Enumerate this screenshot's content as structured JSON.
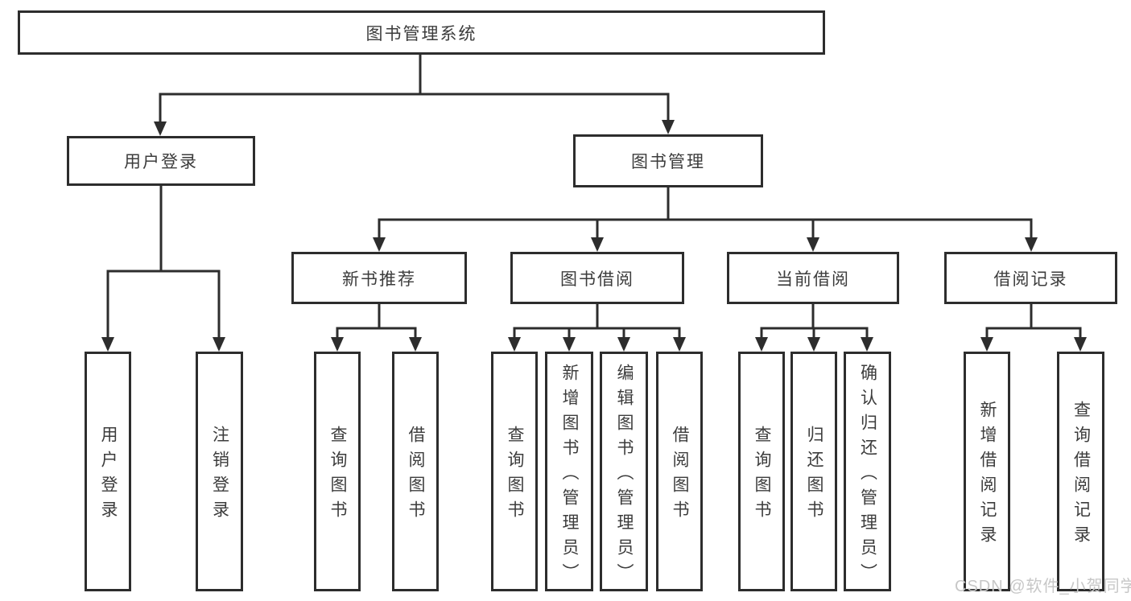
{
  "colors": {
    "background": "#ffffff",
    "line": "#2d2d2d",
    "box_border": "#2d2d2d",
    "text": "#3c3c3c",
    "watermark": "#c7c7c7"
  },
  "diagram": {
    "root": {
      "label": "图书管理系统"
    },
    "branches": [
      {
        "label": "用户登录",
        "children": [
          {
            "label": "用户登录"
          },
          {
            "label": "注销登录"
          }
        ]
      },
      {
        "label": "图书管理",
        "children": [
          {
            "label": "新书推荐",
            "children": [
              {
                "label": "查询图书"
              },
              {
                "label": "借阅图书"
              }
            ]
          },
          {
            "label": "图书借阅",
            "children": [
              {
                "label": "查询图书"
              },
              {
                "label": "新增图书（管理员）"
              },
              {
                "label": "编辑图书（管理员）"
              },
              {
                "label": "借阅图书"
              }
            ]
          },
          {
            "label": "当前借阅",
            "children": [
              {
                "label": "查询图书"
              },
              {
                "label": "归还图书"
              },
              {
                "label": "确认归还（管理员）"
              }
            ]
          },
          {
            "label": "借阅记录",
            "children": [
              {
                "label": "新增借阅记录"
              },
              {
                "label": "查询借阅记录"
              }
            ]
          }
        ]
      }
    ]
  },
  "watermark": {
    "text": "CSDN @软件_小贺同学"
  }
}
